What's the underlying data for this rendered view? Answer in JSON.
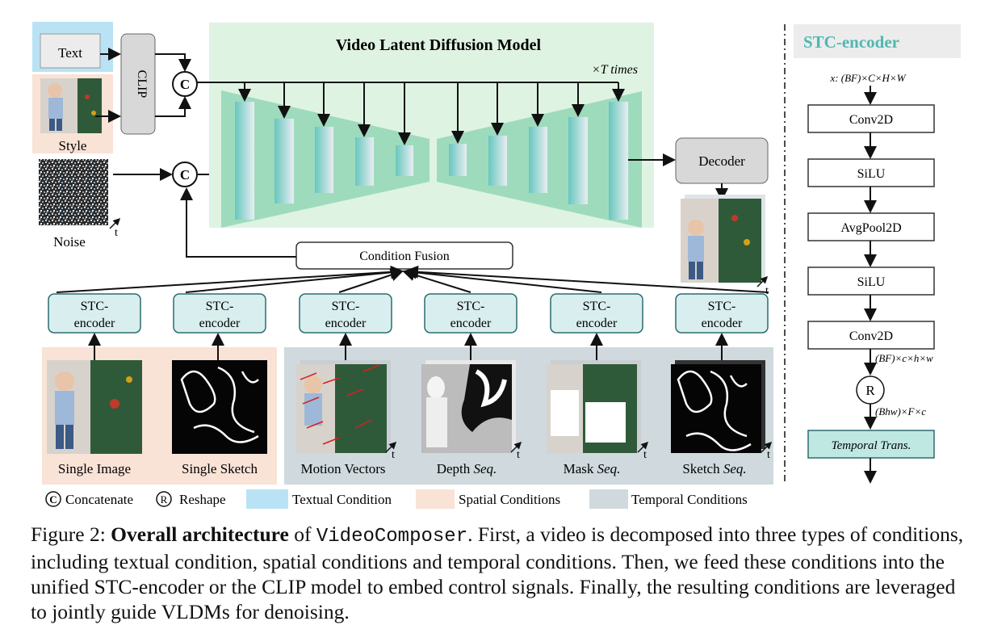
{
  "main": {
    "vldm_title": "Video Latent Diffusion Model",
    "times_label": "×T times",
    "text_label": "Text",
    "clip_label": "CLIP",
    "style_label": "Style",
    "noise_label": "Noise",
    "concat_symbol": "C",
    "reshape_symbol": "R",
    "decoder_label": "Decoder",
    "condition_fusion_label": "Condition Fusion",
    "t_label": "t",
    "stc_line1": "STC-",
    "stc_line2": "encoder",
    "conditions": [
      {
        "label": "Single Image"
      },
      {
        "label": "Single Sketch"
      },
      {
        "label": "Motion Vectors"
      },
      {
        "label": "Depth ",
        "italic": "Seq."
      },
      {
        "label": "Mask ",
        "italic": "Seq."
      },
      {
        "label": "Sketch ",
        "italic": "Seq."
      }
    ]
  },
  "legend": {
    "concatenate": "Concatenate",
    "reshape": "Reshape",
    "textual": "Textual Condition",
    "spatial": "Spatial Conditions",
    "temporal": "Temporal Conditions"
  },
  "side": {
    "title": "STC-encoder",
    "input_shape": "x: (BF)×C×H×W",
    "steps": [
      "Conv2D",
      "SiLU",
      "AvgPool2D",
      "SiLU",
      "Conv2D"
    ],
    "shape_after_conv": "(BF)×c×h×w",
    "shape_after_reshape": "(Bhw)×F×c",
    "temporal_trans": "Temporal Trans."
  },
  "caption": {
    "figure_label": "Figure 2:",
    "bold_part": "Overall architecture",
    "of_word": "of",
    "model_name": "VideoComposer",
    "rest": ". First, a video is decomposed into three types of conditions, including textual condition, spatial conditions and temporal conditions. Then, we feed these conditions into the unified STC-encoder or the CLIP model to embed control signals. Finally, the resulting conditions are leveraged to jointly guide VLDMs for denoising."
  },
  "colors": {
    "textual": "#b9e3f5",
    "spatial": "#f9e2d6",
    "temporal": "#cfd9de",
    "vldm_bg": "#dff3e3",
    "stc_box": "#d9eeee",
    "stc_title": "#4fb8b0"
  }
}
